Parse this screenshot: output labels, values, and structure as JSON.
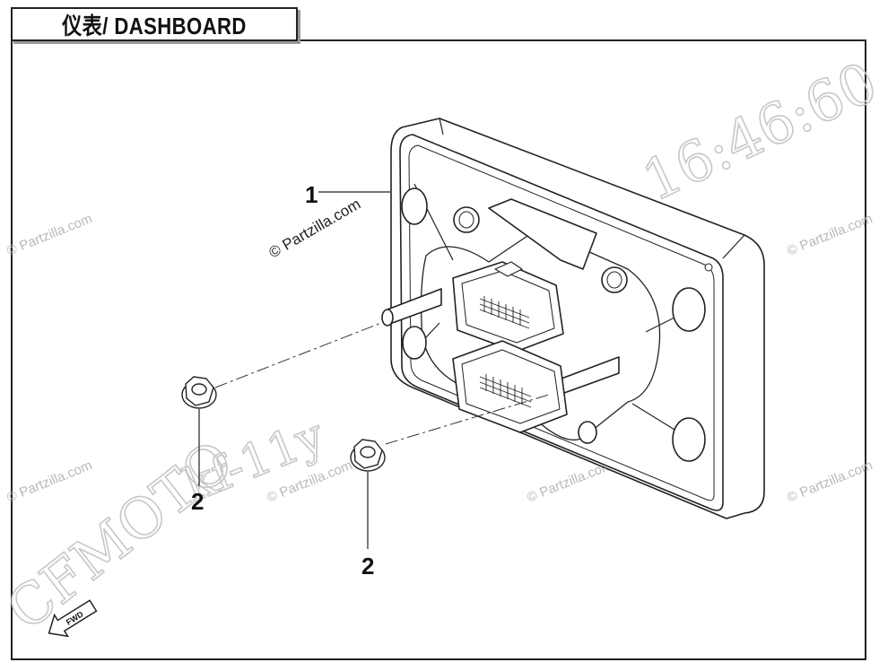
{
  "header": {
    "title": "仪表/ DASHBOARD"
  },
  "callouts": [
    {
      "label": "1",
      "part": "dashboard"
    },
    {
      "label": "2",
      "part": "nut-left"
    },
    {
      "label": "2",
      "part": "nut-right"
    }
  ],
  "watermarks": {
    "partzilla": "© Partzilla.com",
    "timestamp": "16:46:60",
    "brand": "CFMOTO",
    "code": "kf-11y"
  },
  "fwd_label": "FWD"
}
